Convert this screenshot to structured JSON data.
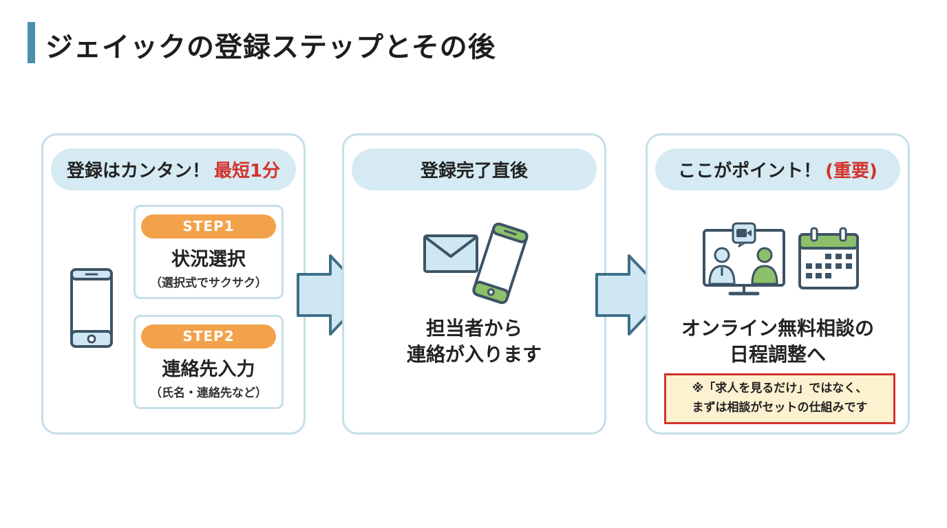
{
  "header": {
    "title": "ジェイックの登録ステップとその後"
  },
  "card1": {
    "heading": "登録はカンタン！",
    "heading_highlight": "最短1分",
    "step1": {
      "badge": "STEP1",
      "title": "状況選択",
      "subtitle": "（選択式でサクサク）"
    },
    "step2": {
      "badge": "STEP2",
      "title": "連絡先入力",
      "subtitle": "（氏名・連絡先など）"
    },
    "icon": "smartphone-icon"
  },
  "card2": {
    "heading": "登録完了直後",
    "text_line1": "担当者から",
    "text_line2": "連絡が入ります",
    "icons": [
      "envelope-icon",
      "smartphone-icon"
    ]
  },
  "card3": {
    "heading": "ここがポイント！",
    "heading_highlight": "(重要)",
    "text_line1": "オンライン無料相談の",
    "text_line2": "日程調整へ",
    "note_line1": "※「求人を見るだけ」ではなく、",
    "note_line2": "まずは相談がセットの仕組みです",
    "icons": [
      "video-call-icon",
      "calendar-icon"
    ]
  },
  "colors": {
    "accent_bar": "#4a8fab",
    "card_border": "#c6dfe9",
    "pill_bg": "#d5eaf3",
    "step_badge": "#f2a24b",
    "highlight_red": "#d4322c",
    "note_bg": "#fdf2d0",
    "icon_green": "#8cc06a",
    "icon_navy": "#3d5366",
    "icon_blue": "#cfe7f2"
  }
}
